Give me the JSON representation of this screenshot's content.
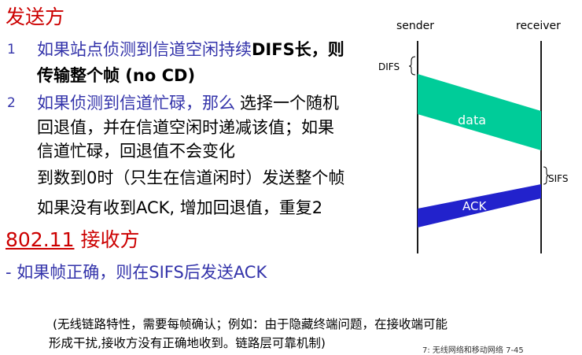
{
  "heading_sender": "发送方",
  "items": [
    {
      "number": "1",
      "line1_a": "如果站点侦测到信道空闲持续",
      "line1_b": "DIFS长，则",
      "line2": "传输整个帧 (no CD)"
    },
    {
      "number": "2",
      "line1_a": "如果侦测到信道忙碌，那么",
      "line1_b": "选择一个随机",
      "line2": "回退值，并在信道空闲时递减该值；如果",
      "line3": "信道忙碌，回退值不会变化",
      "line4": "到数到0时（只生在信道闲时）发送整个帧",
      "line5": "如果没有收到ACK, 增加回退值，重复2"
    }
  ],
  "heading_receiver_a": "802.11",
  "heading_receiver_b": "接收方",
  "receiver_item": "- 如果帧正确，则在SIFS后发送ACK",
  "note_line1": "(无线链路特性，需要每帧确认；例如：由于隐藏终端问题，在接收端可能",
  "note_line2": "形成干扰,接收方没有正确地收到。链路层可靠机制)",
  "footer": "7: 无线网络和移动网络   7-45",
  "diagram": {
    "sender_label": "sender",
    "receiver_label": "receiver",
    "difs_label": "DIFS",
    "sifs_label": "SIFS",
    "data_label": "data",
    "ack_label": "ACK",
    "data_color": "#00cc99",
    "ack_color": "#2222cc"
  }
}
